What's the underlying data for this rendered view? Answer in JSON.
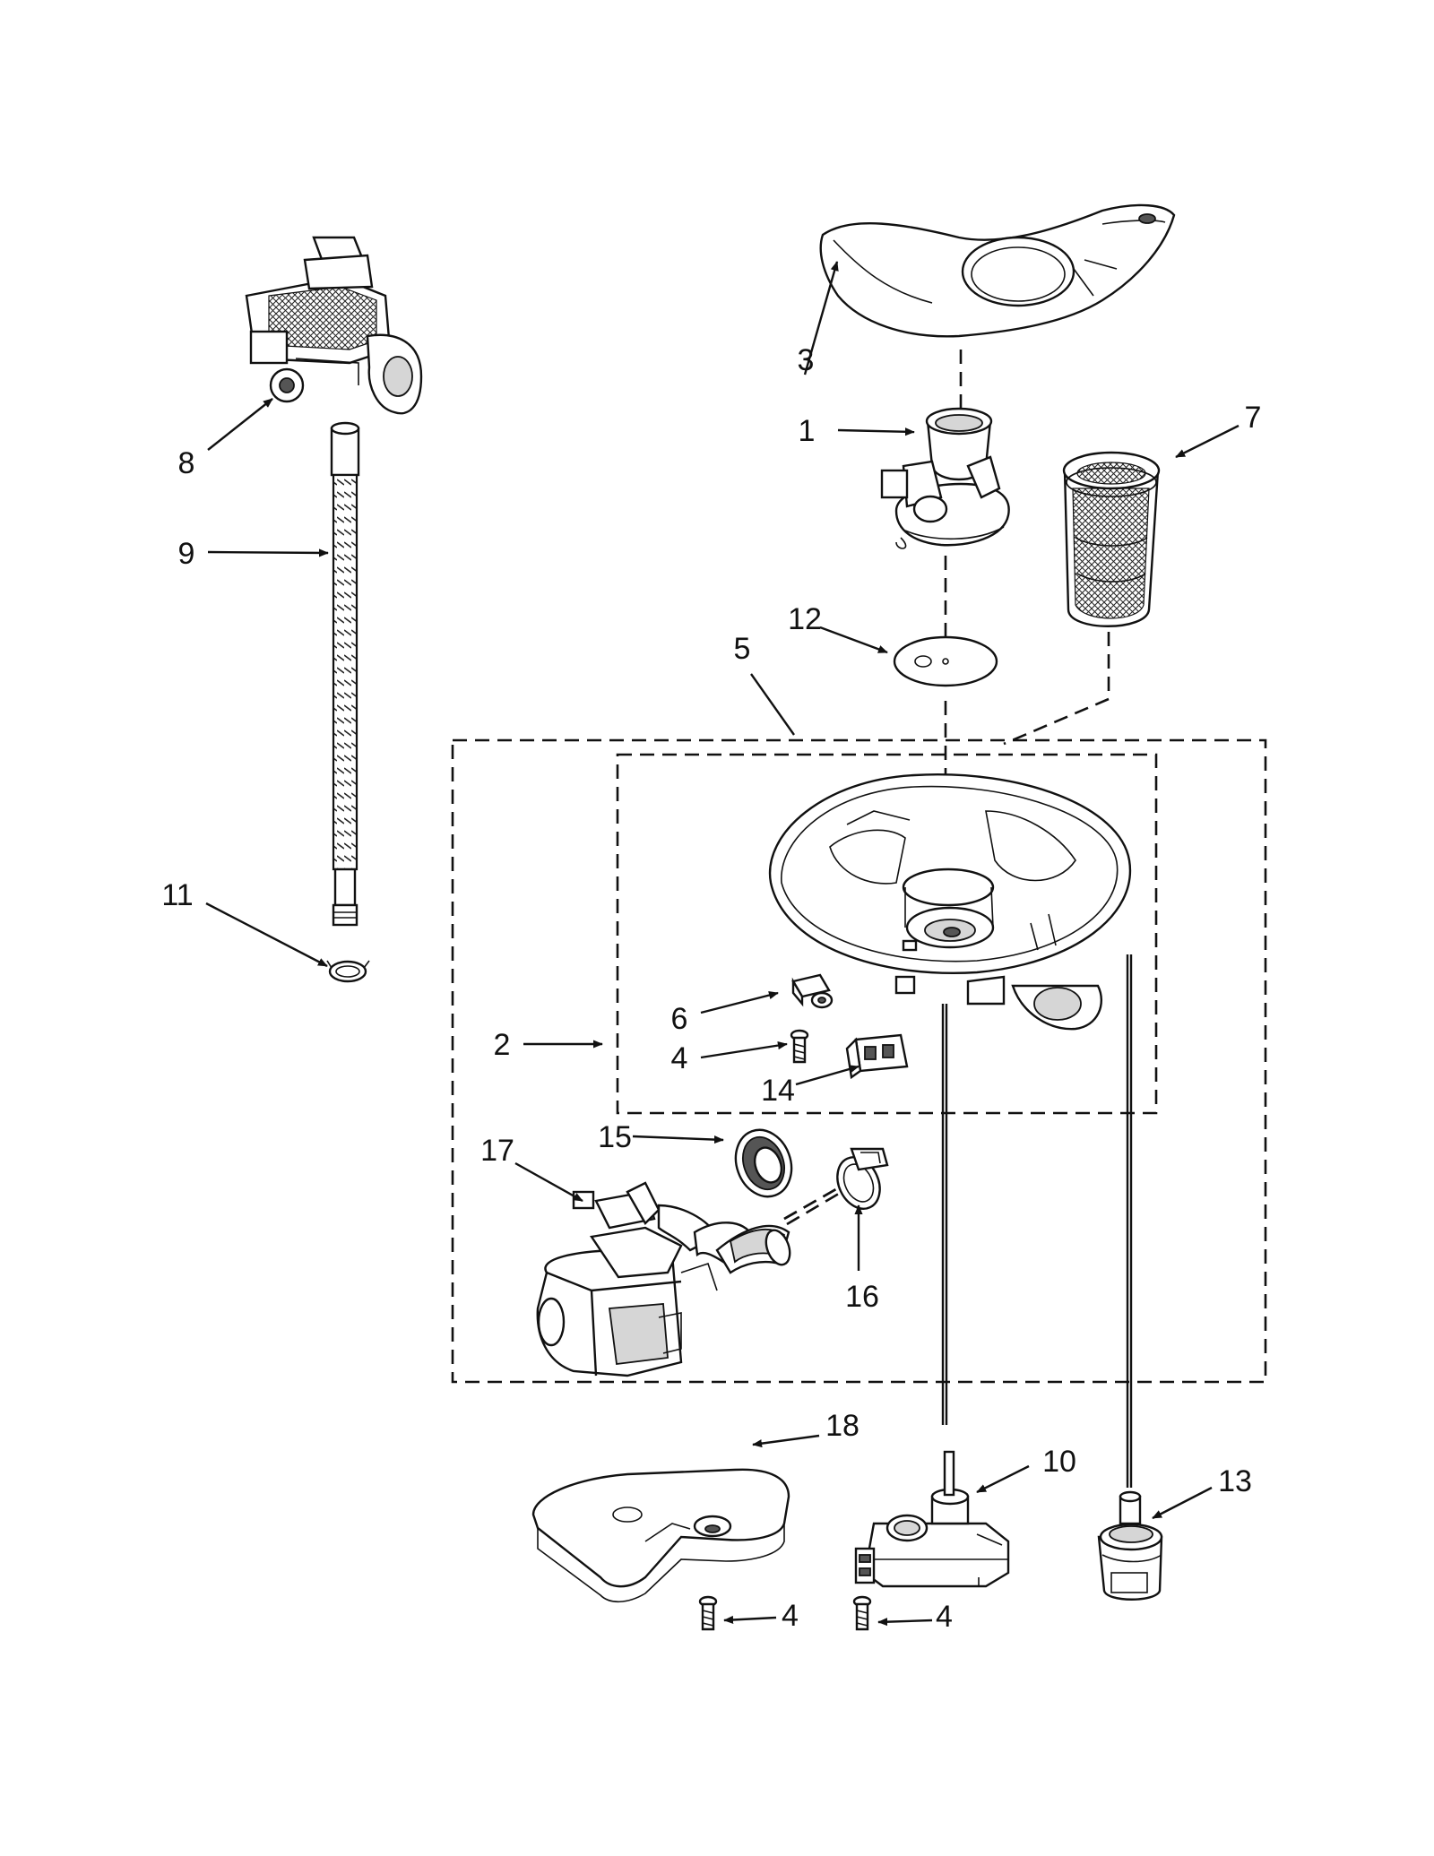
{
  "callouts": {
    "c1": "1",
    "c2": "2",
    "c3": "3",
    "c4a": "4",
    "c4b": "4",
    "c4c": "4",
    "c5": "5",
    "c6": "6",
    "c7": "7",
    "c8": "8",
    "c9": "9",
    "c10": "10",
    "c11": "11",
    "c12": "12",
    "c13": "13",
    "c14": "14",
    "c15": "15",
    "c16": "16",
    "c17": "17",
    "c18": "18"
  },
  "colors": {
    "line": "#111111",
    "background": "#ffffff",
    "shade": "#d6d6d6"
  }
}
